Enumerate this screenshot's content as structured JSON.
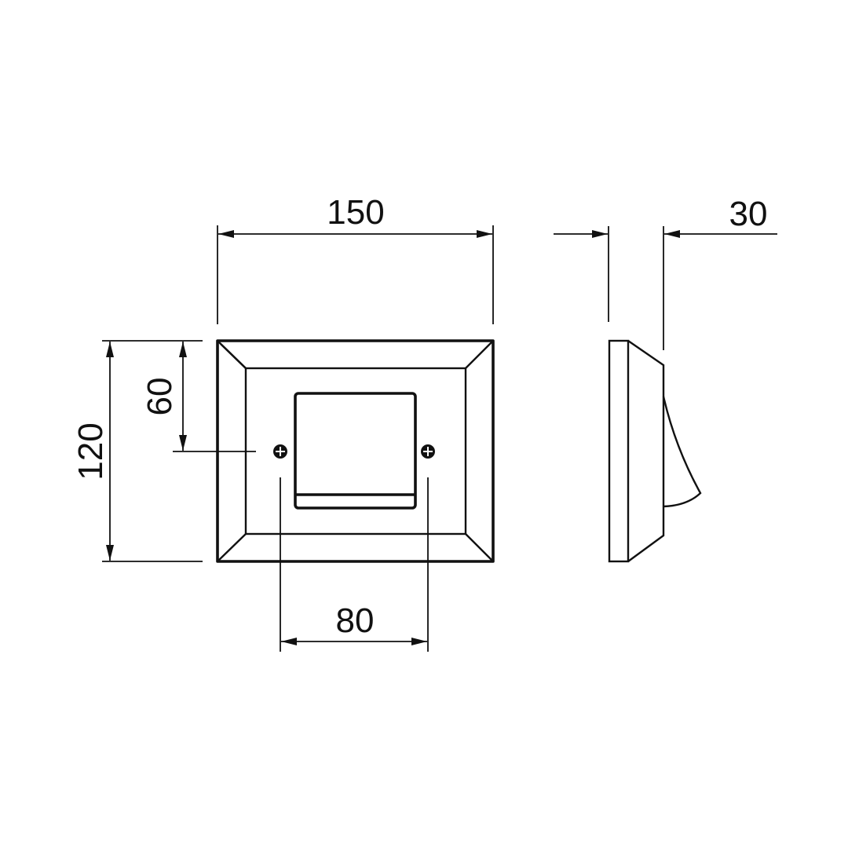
{
  "dimensions": {
    "width": "150",
    "height": "120",
    "screw_offset": "60",
    "screw_spacing": "80",
    "depth": "30"
  },
  "colors": {
    "line": "#111111",
    "background": "#ffffff"
  }
}
